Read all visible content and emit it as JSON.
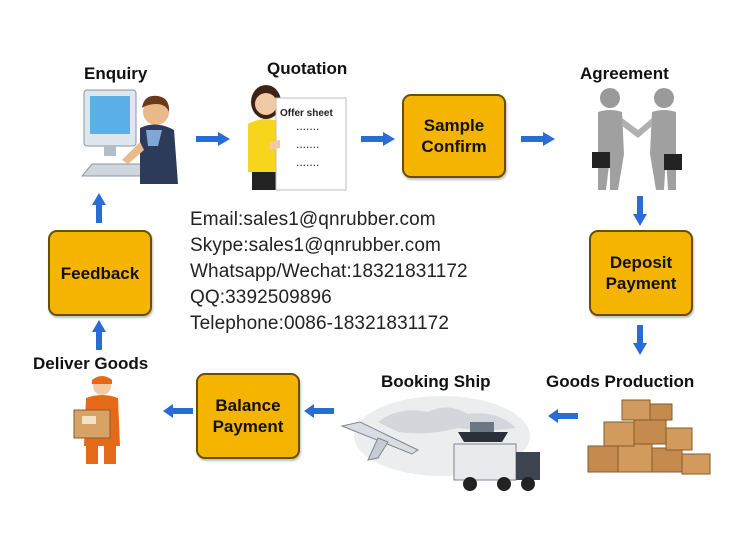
{
  "steps": {
    "enquiry": "Enquiry",
    "quotation": "Quotation",
    "offer_sheet": "Offer sheet",
    "sample_confirm": [
      "Sample",
      "Confirm"
    ],
    "agreement": "Agreement",
    "deposit_payment": [
      "Deposit",
      "Payment"
    ],
    "goods_production": "Goods Production",
    "booking_ship": "Booking Ship",
    "balance_payment": [
      "Balance",
      "Payment"
    ],
    "deliver_goods": "Deliver Goods",
    "feedback": "Feedback"
  },
  "contact": {
    "email": "Email:sales1@qnrubber.com",
    "skype": "Skype:sales1@qnrubber.com",
    "whatsapp": "Whatsapp/Wechat:18321831172",
    "qq": "QQ:3392509896",
    "telephone": "Telephone:0086-18321831172"
  },
  "colors": {
    "box_fill": "#f5b400",
    "box_border": "#6a4e00",
    "arrow": "#2a6bd6"
  },
  "icons": [
    "computer-user-icon",
    "offer-sheet-woman-icon",
    "handshake-icon",
    "boxes-icon",
    "ship-plane-truck-icon",
    "delivery-man-icon"
  ]
}
